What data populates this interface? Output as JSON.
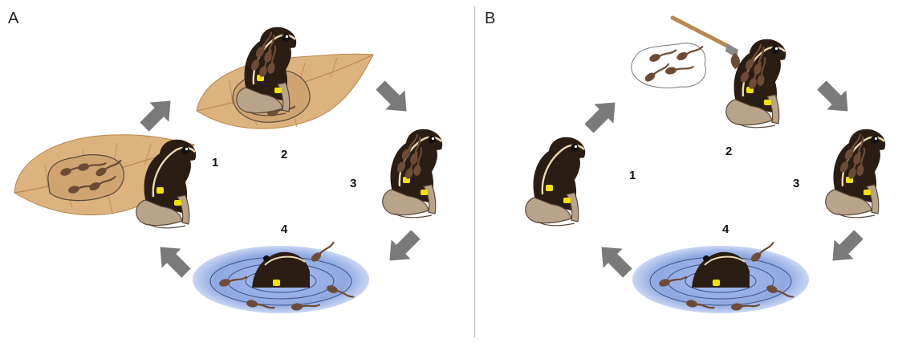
{
  "panels": [
    {
      "letter": "A",
      "steps": [
        "1",
        "2",
        "3",
        "4"
      ]
    },
    {
      "letter": "B",
      "steps": [
        "1",
        "2",
        "3",
        "4"
      ]
    }
  ],
  "colors": {
    "leaf": "#dcb27e",
    "leaf_vein": "#b8884f",
    "frog_dark": "#2a1d14",
    "frog_limb": "#b9a48b",
    "stripe": "#e9d9b0",
    "spot_yellow": "#f2e200",
    "tadpole": "#6d4b36",
    "pond": "#8fa9e0",
    "pond_ring": "#3b4f86",
    "arrow": "#7a7a7a"
  },
  "icons": [
    "leaf-clutch-icon",
    "frog-icon",
    "tadpole-icon",
    "pond-icon",
    "paintbrush-icon",
    "cycle-arrow-icon"
  ]
}
